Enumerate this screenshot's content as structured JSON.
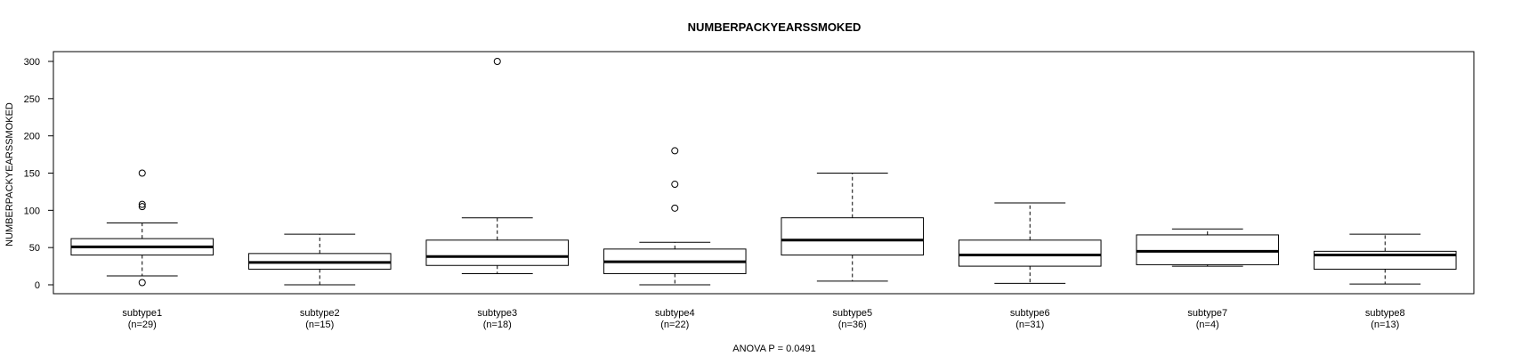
{
  "chart_data": {
    "type": "box",
    "title": "NUMBERPACKYEARSSMOKED",
    "ylabel": "NUMBERPACKYEARSSMOKED",
    "xlabel": "",
    "footnote": "ANOVA P = 0.0491",
    "ylim": [
      -10,
      325
    ],
    "yticks": [
      0,
      50,
      100,
      150,
      200,
      250,
      300
    ],
    "grid": false,
    "groups": [
      {
        "name": "subtype1",
        "n_label": "(n=29)",
        "whisker_low": 12,
        "q1": 40,
        "median": 51,
        "q3": 62,
        "whisker_high": 83,
        "outliers": [
          3,
          105,
          108,
          150
        ]
      },
      {
        "name": "subtype2",
        "n_label": "(n=15)",
        "whisker_low": 0,
        "q1": 21,
        "median": 30,
        "q3": 42,
        "whisker_high": 68,
        "outliers": []
      },
      {
        "name": "subtype3",
        "n_label": "(n=18)",
        "whisker_low": 15,
        "q1": 26,
        "median": 38,
        "q3": 60,
        "whisker_high": 90,
        "outliers": [
          300
        ]
      },
      {
        "name": "subtype4",
        "n_label": "(n=22)",
        "whisker_low": 0,
        "q1": 15,
        "median": 31,
        "q3": 48,
        "whisker_high": 57,
        "outliers": [
          103,
          135,
          180
        ]
      },
      {
        "name": "subtype5",
        "n_label": "(n=36)",
        "whisker_low": 5,
        "q1": 40,
        "median": 60,
        "q3": 90,
        "whisker_high": 150,
        "outliers": []
      },
      {
        "name": "subtype6",
        "n_label": "(n=31)",
        "whisker_low": 2,
        "q1": 25,
        "median": 40,
        "q3": 60,
        "whisker_high": 110,
        "outliers": []
      },
      {
        "name": "subtype7",
        "n_label": "(n=4)",
        "whisker_low": 25,
        "q1": 27,
        "median": 45,
        "q3": 67,
        "whisker_high": 75,
        "outliers": []
      },
      {
        "name": "subtype8",
        "n_label": "(n=13)",
        "whisker_low": 1,
        "q1": 21,
        "median": 40,
        "q3": 45,
        "whisker_high": 68,
        "outliers": []
      }
    ]
  }
}
